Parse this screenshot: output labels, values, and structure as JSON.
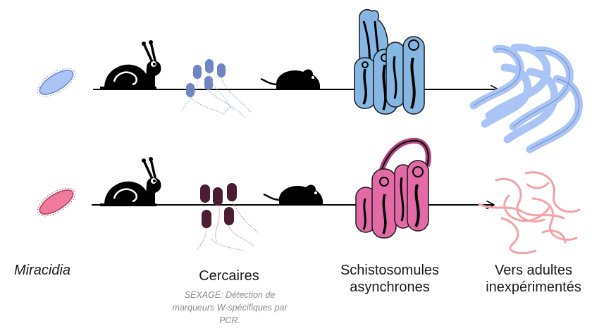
{
  "labels": {
    "miracidia": "Miracidia",
    "cercaires": "Cercaires",
    "schistosomules": "Schistosomules asynchrones",
    "adults": "Vers adultes inexpérimentés"
  },
  "note": "SEXAGE: Détection de marqueurs W-spécifiques par PCR.",
  "colors": {
    "male_light": "#a9c4f5",
    "male_dark": "#6f86c2",
    "male_schisto": "#86b7e3",
    "female_light": "#f07a9c",
    "female_dark": "#4a1d33",
    "female_schisto": "#e36aa7",
    "female_adult": "#f2a3a8",
    "silhouette": "#000000"
  },
  "rows": [
    {
      "id": "male-row"
    },
    {
      "id": "female-row"
    }
  ]
}
